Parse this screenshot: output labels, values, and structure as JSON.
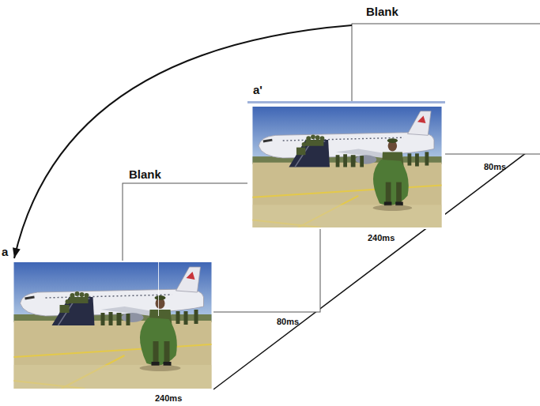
{
  "diagram": {
    "nodes": [
      {
        "text": [
          "Blank",
          "80ms"
        ]
      },
      {
        "text": [
          "a'",
          "240ms"
        ]
      },
      {
        "text": [
          "Blank",
          "80ms"
        ]
      },
      {
        "text": [
          "a",
          "240ms"
        ]
      }
    ],
    "edges": [
      {
        "from": 0,
        "to": 3,
        "arrow": "to"
      }
    ]
  }
}
